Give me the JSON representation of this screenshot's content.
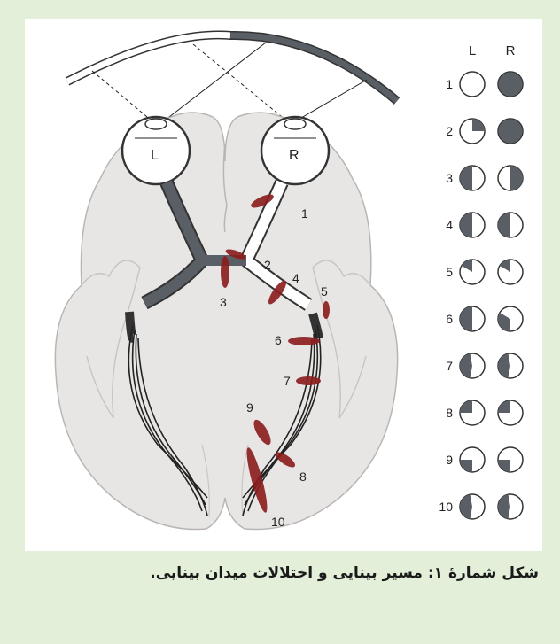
{
  "colors": {
    "background": "#e3efd9",
    "panel": "#ffffff",
    "brain": "#e8e6e5",
    "pathway_dark": "#5a5f66",
    "lesion": "#8c1c1c",
    "field_fill": "#5a5f66"
  },
  "eyes": {
    "left_label": "L",
    "right_label": "R"
  },
  "lesion_labels": [
    "1",
    "2",
    "3",
    "4",
    "5",
    "6",
    "7",
    "8",
    "9",
    "10"
  ],
  "fields": {
    "header_left": "L",
    "header_right": "R",
    "rows": [
      {
        "label": "1",
        "left": "none",
        "right": "full"
      },
      {
        "label": "2",
        "left": "upper-right-quadrant",
        "right": "full"
      },
      {
        "label": "3",
        "left": "left-half",
        "right": "right-half"
      },
      {
        "label": "4",
        "left": "left-half",
        "right": "left-half"
      },
      {
        "label": "5",
        "left": "upper-left-wedge",
        "right": "upper-left-wedge"
      },
      {
        "label": "6",
        "left": "left-half",
        "right": "left-half-upper-sparing"
      },
      {
        "label": "7",
        "left": "left-half-macular-sparing",
        "right": "left-half-macular-sparing"
      },
      {
        "label": "8",
        "left": "upper-left-quadrant",
        "right": "upper-left-quadrant"
      },
      {
        "label": "9",
        "left": "lower-left-quadrant",
        "right": "lower-left-quadrant"
      },
      {
        "label": "10",
        "left": "left-half-macular-sparing",
        "right": "left-half-macular-sparing"
      }
    ]
  },
  "caption": "شکل شمارۀ ۱: مسیر بینایی و اختلالات میدان بینایی."
}
